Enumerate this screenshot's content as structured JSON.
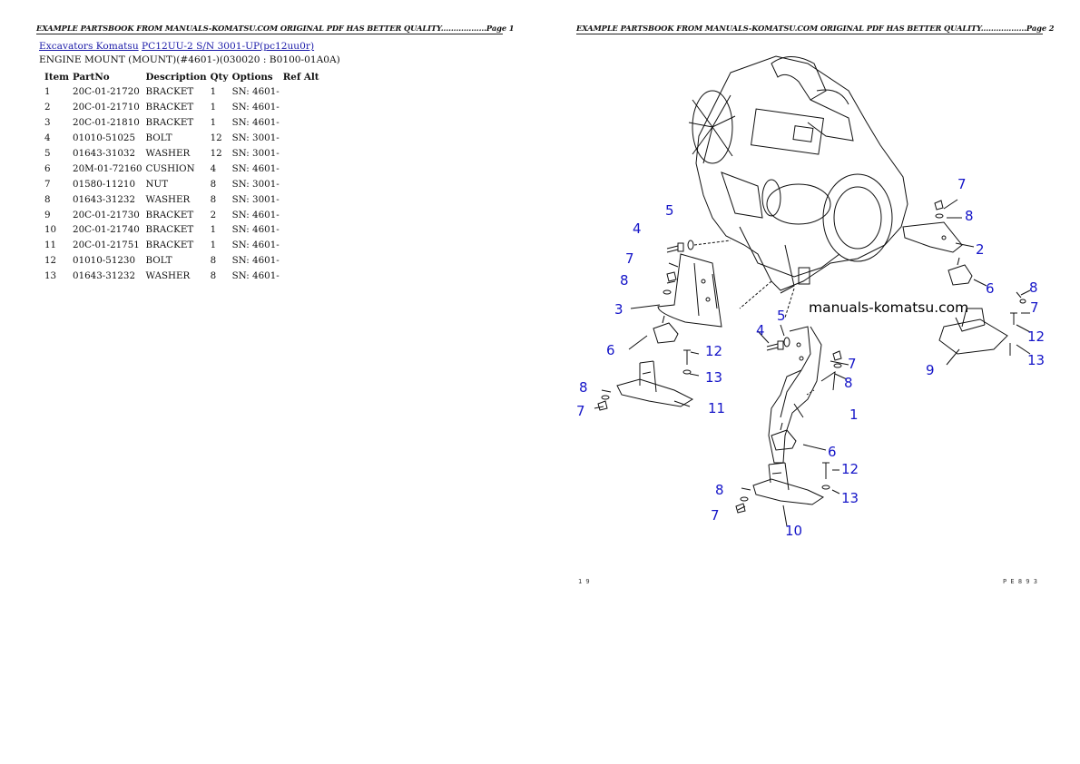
{
  "page1": {
    "header": "EXAMPLE PARTSBOOK FROM MANUALS-KOMATSU.COM ORIGINAL PDF HAS BETTER QUALITY..................Page 1",
    "breadcrumb": {
      "link1": "Excavators Komatsu",
      "link2": "PC12UU-2 S/N 3001-UP(pc12uu0r)"
    },
    "subtitle": "ENGINE MOUNT (MOUNT)(#4601-)(030020 : B0100-01A0A)",
    "table": {
      "columns": [
        "Item",
        "PartNo",
        "Description",
        "Qty",
        "Options",
        "Ref Alt"
      ],
      "rows": [
        [
          "1",
          "20C-01-21720",
          "BRACKET",
          "1",
          "SN: 4601-"
        ],
        [
          "2",
          "20C-01-21710",
          "BRACKET",
          "1",
          "SN: 4601-"
        ],
        [
          "3",
          "20C-01-21810",
          "BRACKET",
          "1",
          "SN: 4601-"
        ],
        [
          "4",
          "01010-51025",
          "BOLT",
          "12",
          "SN: 3001-"
        ],
        [
          "5",
          "01643-31032",
          "WASHER",
          "12",
          "SN: 3001-"
        ],
        [
          "6",
          "20M-01-72160",
          "CUSHION",
          "4",
          "SN: 4601-"
        ],
        [
          "7",
          "01580-11210",
          "NUT",
          "8",
          "SN: 3001-"
        ],
        [
          "8",
          "01643-31232",
          "WASHER",
          "8",
          "SN: 3001-"
        ],
        [
          "9",
          "20C-01-21730",
          "BRACKET",
          "2",
          "SN: 4601-"
        ],
        [
          "10",
          "20C-01-21740",
          "BRACKET",
          "1",
          "SN: 4601-"
        ],
        [
          "11",
          "20C-01-21751",
          "BRACKET",
          "1",
          "SN: 4601-"
        ],
        [
          "12",
          "01010-51230",
          "BOLT",
          "8",
          "SN: 4601-"
        ],
        [
          "13",
          "01643-31232",
          "WASHER",
          "8",
          "SN: 4601-"
        ]
      ]
    }
  },
  "page2": {
    "header": "EXAMPLE PARTSBOOK FROM MANUALS-KOMATSU.COM ORIGINAL PDF HAS BETTER QUALITY..................Page 2",
    "watermark": "manuals-komatsu.com",
    "callouts": [
      "1",
      "2",
      "3",
      "4",
      "5",
      "6",
      "7",
      "8",
      "9",
      "10",
      "11",
      "12",
      "13"
    ],
    "corner_bottom_left": "1 9",
    "corner_bottom_right": "P E 8 9 3"
  }
}
